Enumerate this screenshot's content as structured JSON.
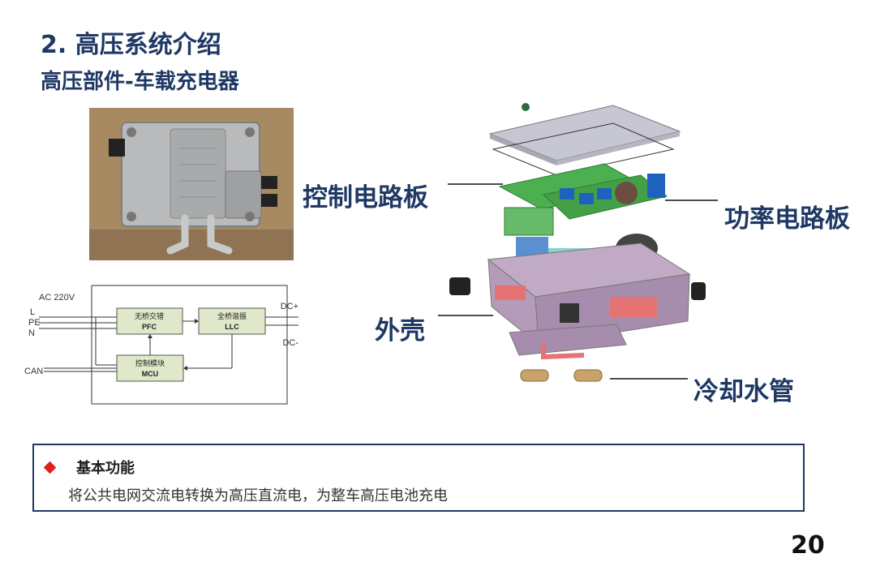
{
  "header": {
    "title": "2. 高压系统介绍",
    "subtitle": "高压部件-车载充电器"
  },
  "circuit": {
    "input_label": "AC 220V",
    "lines": [
      "L",
      "PE",
      "N"
    ],
    "can_label": "CAN",
    "pfc_block": {
      "line1": "无桥交错",
      "line2": "PFC"
    },
    "llc_block": {
      "line1": "全桥谐振",
      "line2": "LLC"
    },
    "mcu_block": {
      "line1": "控制模块",
      "line2": "MCU"
    },
    "dc_plus": "DC+",
    "dc_minus": "DC-"
  },
  "callouts": {
    "control_board": "控制电路板",
    "power_board": "功率电路板",
    "housing": "外壳",
    "cooling_pipe": "冷却水管"
  },
  "function": {
    "title": "基本功能",
    "description": "将公共电网交流电转换为高压直流电，为整车高压电池充电"
  },
  "page_number": "20",
  "colors": {
    "title": "#1f3864",
    "bullet": "#e02020",
    "block_fill": "#dfe8c8"
  }
}
